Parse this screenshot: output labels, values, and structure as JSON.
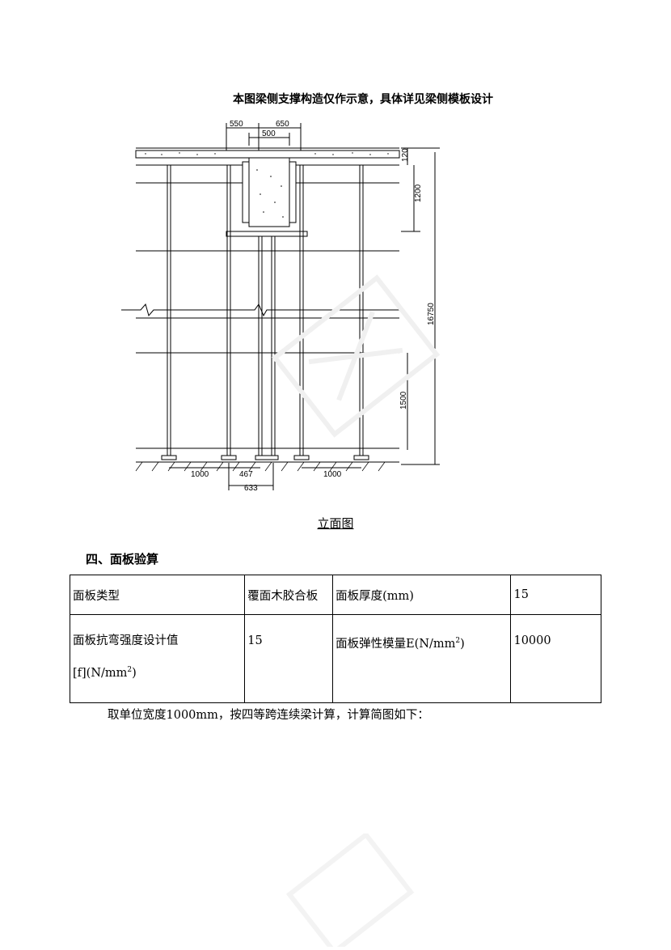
{
  "drawing": {
    "note": "本图梁侧支撑构造仅作示意，具体详见梁侧模板设计",
    "dims": {
      "top_left": "550",
      "top_right": "650",
      "top_mid": "500",
      "right_slab": "120",
      "right_beam": "1200",
      "right_total": "16750",
      "right_step": "1500",
      "bottom_left": "1000",
      "bottom_mid": "467",
      "bottom_right": "1000",
      "bottom_lower": "633"
    }
  },
  "caption": "立面图",
  "section_title": "四、面板验算",
  "table": {
    "row1": [
      "面板类型",
      "覆面木胶合板",
      "面板厚度(mm)",
      "15"
    ],
    "row2": {
      "label_line1": "面板抗弯强度设计值",
      "label_line2": "[f](N/mm",
      "value": "15",
      "label2": "面板弹性模量E(N/mm",
      "value2": "10000"
    },
    "sup": "2",
    "close_paren": ")"
  },
  "paragraph": "取单位宽度1000mm，按四等跨连续梁计算，计算简图如下："
}
